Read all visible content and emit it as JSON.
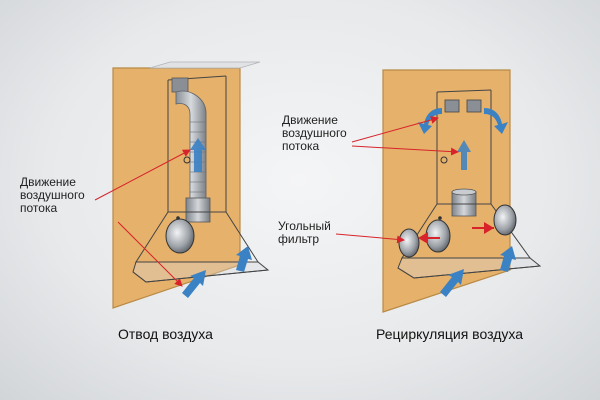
{
  "left": {
    "label_flow": [
      "Движение",
      "воздушного",
      "потока"
    ],
    "caption": "Отвод воздуха"
  },
  "right": {
    "label_flow": [
      "Движение",
      "воздушного",
      "потока"
    ],
    "label_filter": [
      "Угольный",
      "фильтр"
    ],
    "caption": "Рециркуляция воздуха"
  },
  "colors": {
    "wall": "#e5b16b",
    "wall_edge": "#b98a45",
    "arrow_blue": "#3b82c4",
    "arrow_red": "#d8232a",
    "line": "#444444"
  }
}
